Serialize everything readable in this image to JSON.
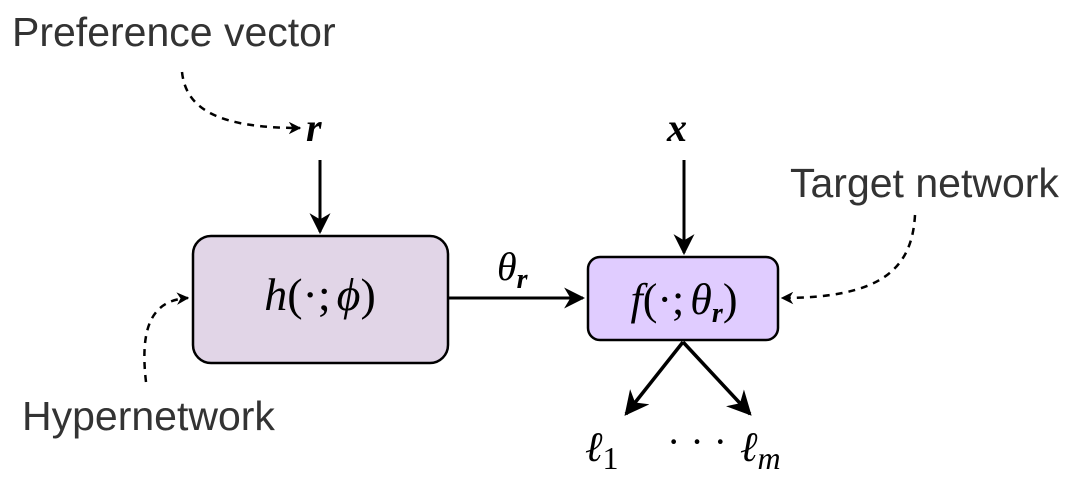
{
  "labels": {
    "preference_vector": "Preference vector",
    "target_network": "Target network",
    "hypernetwork": "Hypernetwork"
  },
  "symbols": {
    "r": "r",
    "x": "x",
    "theta": "θ",
    "theta_sub": "r",
    "ell": "ℓ",
    "ell1_sub": "1",
    "ellm_sub": "m",
    "dots": "· · ·"
  },
  "hypernet_box": {
    "func": "h",
    "open": "(·;",
    "param": "ϕ",
    "close": ")",
    "fill": "#e1d5e7"
  },
  "target_box": {
    "func": "f",
    "open": "(·;",
    "param": "θ",
    "param_sub": "r",
    "close": ")",
    "fill": "#e0ccff"
  }
}
